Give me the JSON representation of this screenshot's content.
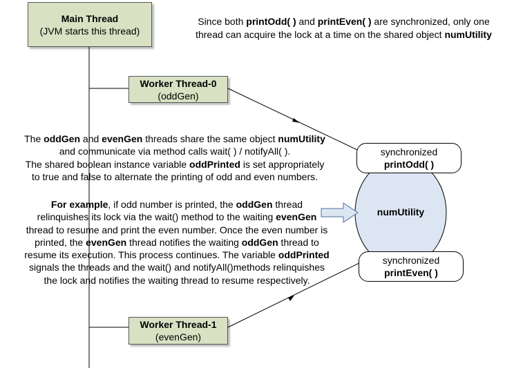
{
  "main_thread": {
    "title": "Main Thread",
    "subtitle": "(JVM starts this thread)"
  },
  "worker0": {
    "title": "Worker Thread-0",
    "subtitle": "(oddGen)"
  },
  "worker1": {
    "title": "Worker Thread-1",
    "subtitle": "(evenGen)"
  },
  "print_odd": {
    "modifier": "synchronized",
    "name": "printOdd( )"
  },
  "print_even": {
    "modifier": "synchronized",
    "name": "printEven( )"
  },
  "shared_object": {
    "label": "numUtility"
  },
  "top_note": {
    "lines": [
      [
        {
          "t": "Since both "
        },
        {
          "t": "printOdd( )",
          "b": true
        },
        {
          "t": " and "
        },
        {
          "t": "printEven( )",
          "b": true
        },
        {
          "t": " are synchronized, only one"
        }
      ],
      [
        {
          "t": "thread can acquire the  lock at a time on the shared object "
        },
        {
          "t": "numUtility",
          "b": true
        }
      ]
    ]
  },
  "explanation": {
    "lines": [
      [
        {
          "t": "The "
        },
        {
          "t": "oddGen",
          "b": true
        },
        {
          "t": " and "
        },
        {
          "t": "evenGen",
          "b": true
        },
        {
          "t": " threads share the same object "
        },
        {
          "t": "numUtility",
          "b": true
        }
      ],
      [
        {
          "t": "and communicate via method calls wait( ) / notifyAll( )."
        }
      ],
      [
        {
          "t": "The shared boolean instance variable "
        },
        {
          "t": "oddPrinted",
          "b": true
        },
        {
          "t": "  is set appropriately"
        }
      ],
      [
        {
          "t": "to true and false to alternate the printing of odd and even numbers."
        }
      ]
    ]
  },
  "example": {
    "lines": [
      [
        {
          "t": "For example",
          "b": true
        },
        {
          "t": ",  if odd number is printed, the "
        },
        {
          "t": "oddGen",
          "b": true
        },
        {
          "t": " thread"
        }
      ],
      [
        {
          "t": "relinquishes its lock via the wait() method to the waiting "
        },
        {
          "t": "evenGen",
          "b": true
        }
      ],
      [
        {
          "t": "thread to resume and print the even number. Once the even number is"
        }
      ],
      [
        {
          "t": "printed, the "
        },
        {
          "t": "evenGen",
          "b": true
        },
        {
          "t": " thread notifies the waiting "
        },
        {
          "t": "oddGen",
          "b": true
        },
        {
          "t": " thread to"
        }
      ],
      [
        {
          "t": "resume its execution. This process continues. The variable "
        },
        {
          "t": "oddPrinted",
          "b": true
        }
      ],
      [
        {
          "t": "signals the threads and the wait() and notifyAll()methods  relinquishes"
        }
      ],
      [
        {
          "t": "the lock and notifies the waiting thread to resume respectively."
        }
      ]
    ]
  },
  "colors": {
    "thread_box": "#d8e2c3",
    "object_fill": "#dce6f2",
    "arrow_fill": "#dce6f2"
  }
}
